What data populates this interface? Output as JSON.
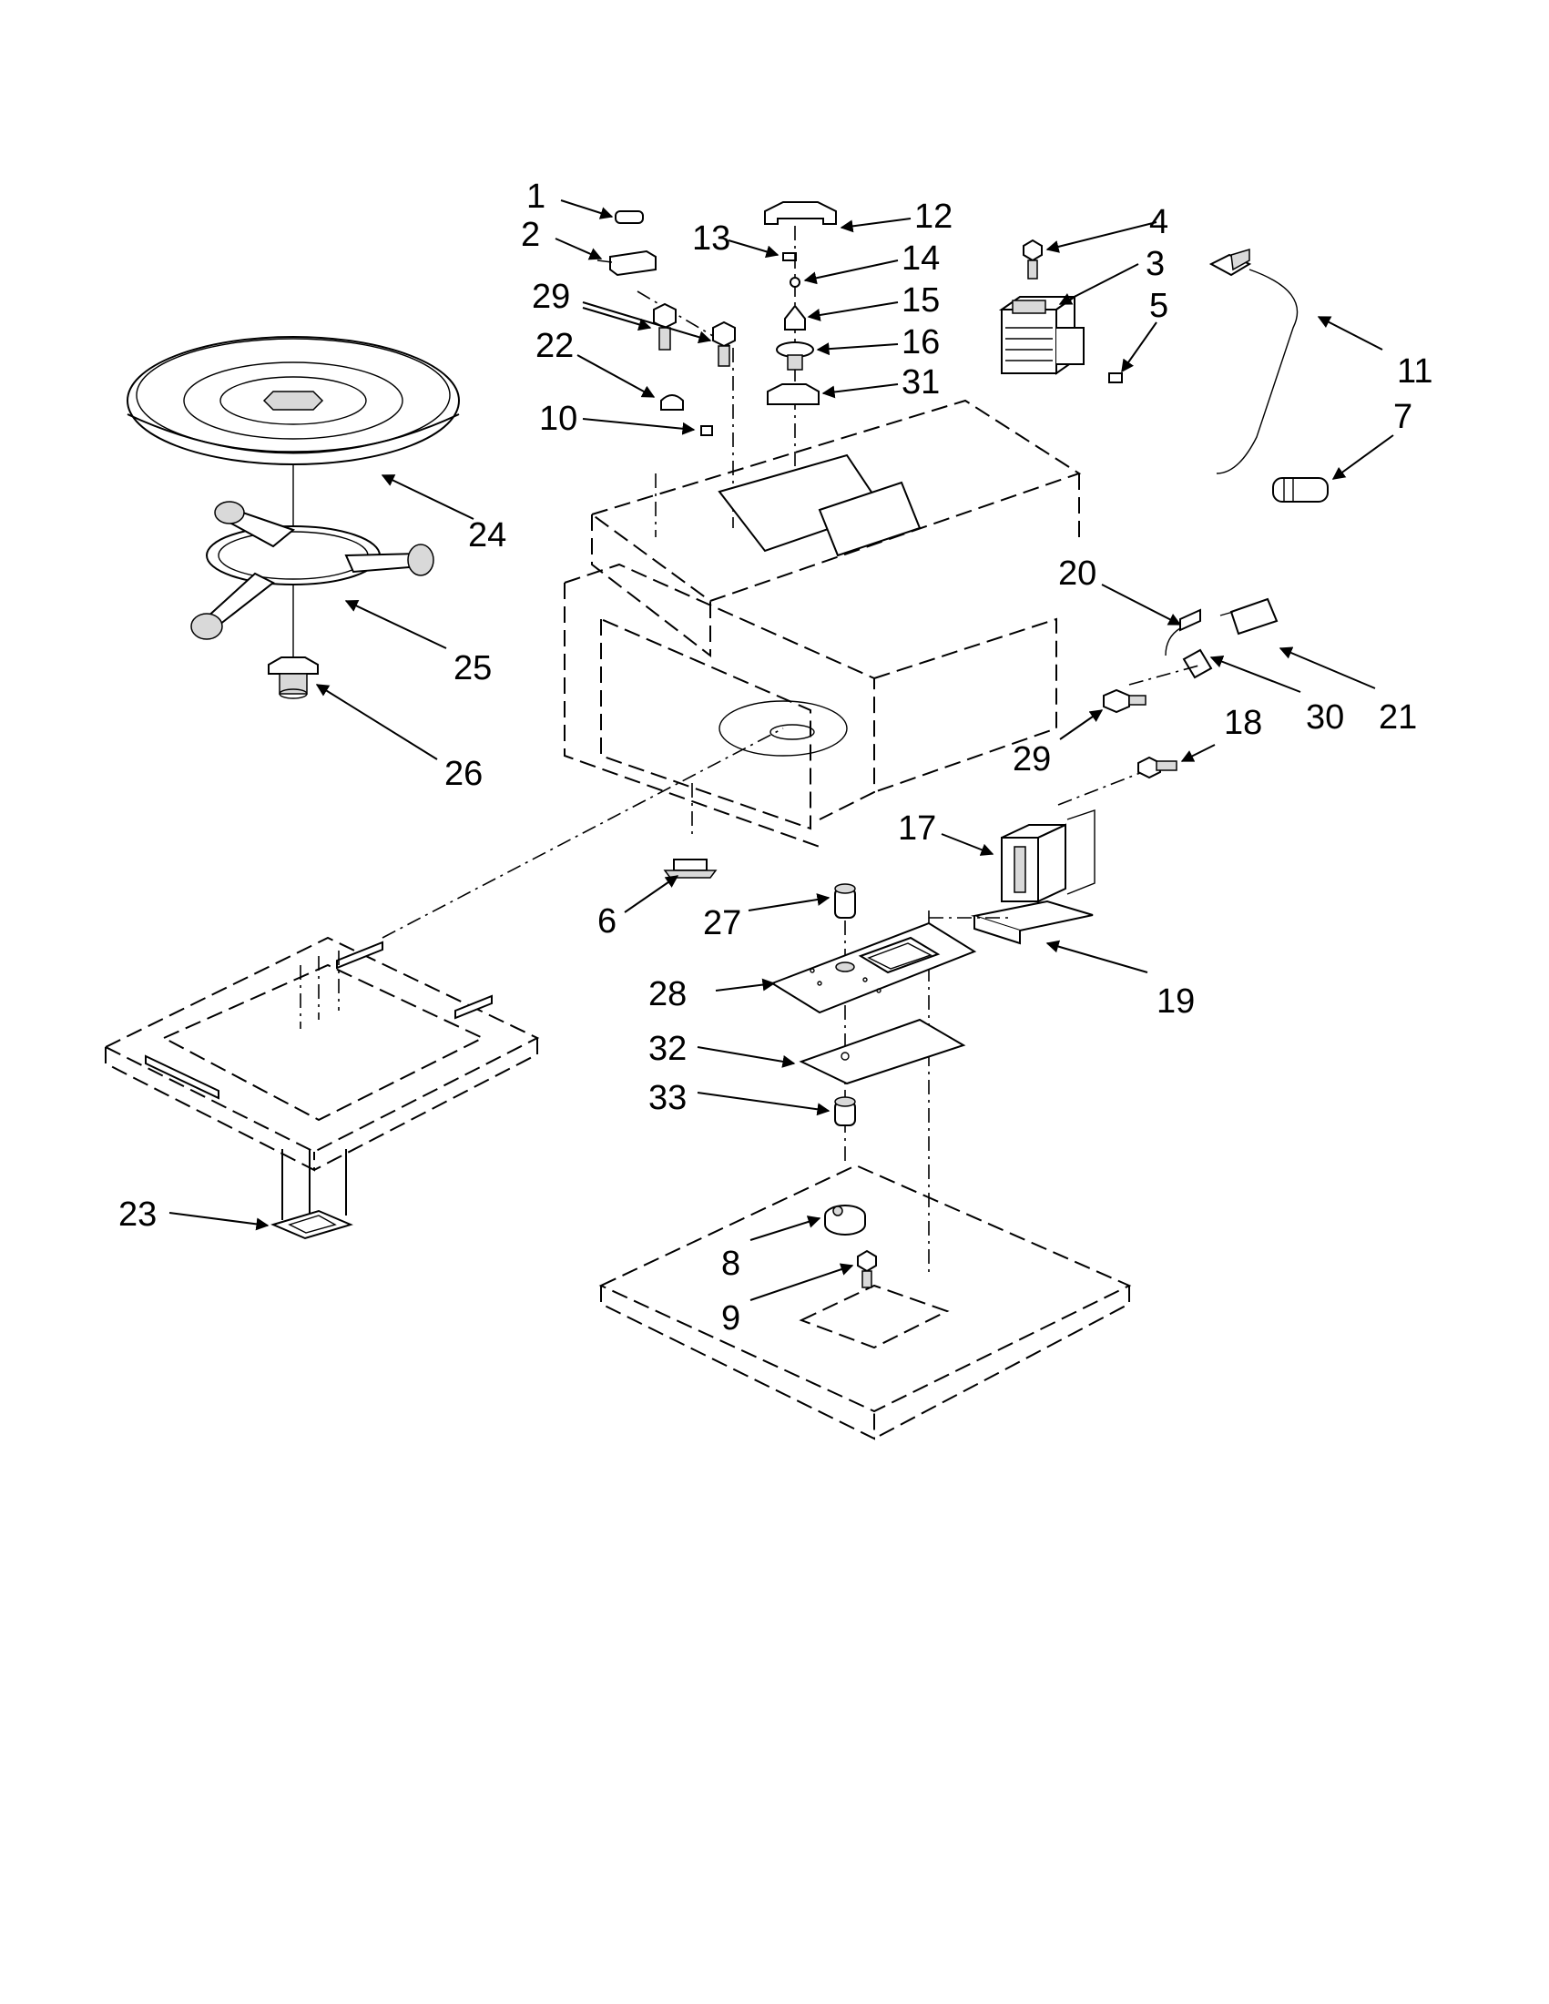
{
  "diagram": {
    "callouts": [
      {
        "id": "1",
        "label": "1"
      },
      {
        "id": "2",
        "label": "2"
      },
      {
        "id": "3",
        "label": "3"
      },
      {
        "id": "4",
        "label": "4"
      },
      {
        "id": "5",
        "label": "5"
      },
      {
        "id": "6",
        "label": "6"
      },
      {
        "id": "7",
        "label": "7"
      },
      {
        "id": "8",
        "label": "8"
      },
      {
        "id": "9",
        "label": "9"
      },
      {
        "id": "10",
        "label": "10"
      },
      {
        "id": "11",
        "label": "11"
      },
      {
        "id": "12",
        "label": "12"
      },
      {
        "id": "13",
        "label": "13"
      },
      {
        "id": "14",
        "label": "14"
      },
      {
        "id": "15",
        "label": "15"
      },
      {
        "id": "16",
        "label": "16"
      },
      {
        "id": "17",
        "label": "17"
      },
      {
        "id": "18",
        "label": "18"
      },
      {
        "id": "19",
        "label": "19"
      },
      {
        "id": "20",
        "label": "20"
      },
      {
        "id": "21",
        "label": "21"
      },
      {
        "id": "22",
        "label": "22"
      },
      {
        "id": "23",
        "label": "23"
      },
      {
        "id": "24",
        "label": "24"
      },
      {
        "id": "25",
        "label": "25"
      },
      {
        "id": "26",
        "label": "26"
      },
      {
        "id": "27",
        "label": "27"
      },
      {
        "id": "28",
        "label": "28"
      },
      {
        "id": "29a",
        "label": "29"
      },
      {
        "id": "29b",
        "label": "29"
      },
      {
        "id": "30",
        "label": "30"
      },
      {
        "id": "31",
        "label": "31"
      },
      {
        "id": "32",
        "label": "32"
      },
      {
        "id": "33",
        "label": "33"
      }
    ]
  }
}
